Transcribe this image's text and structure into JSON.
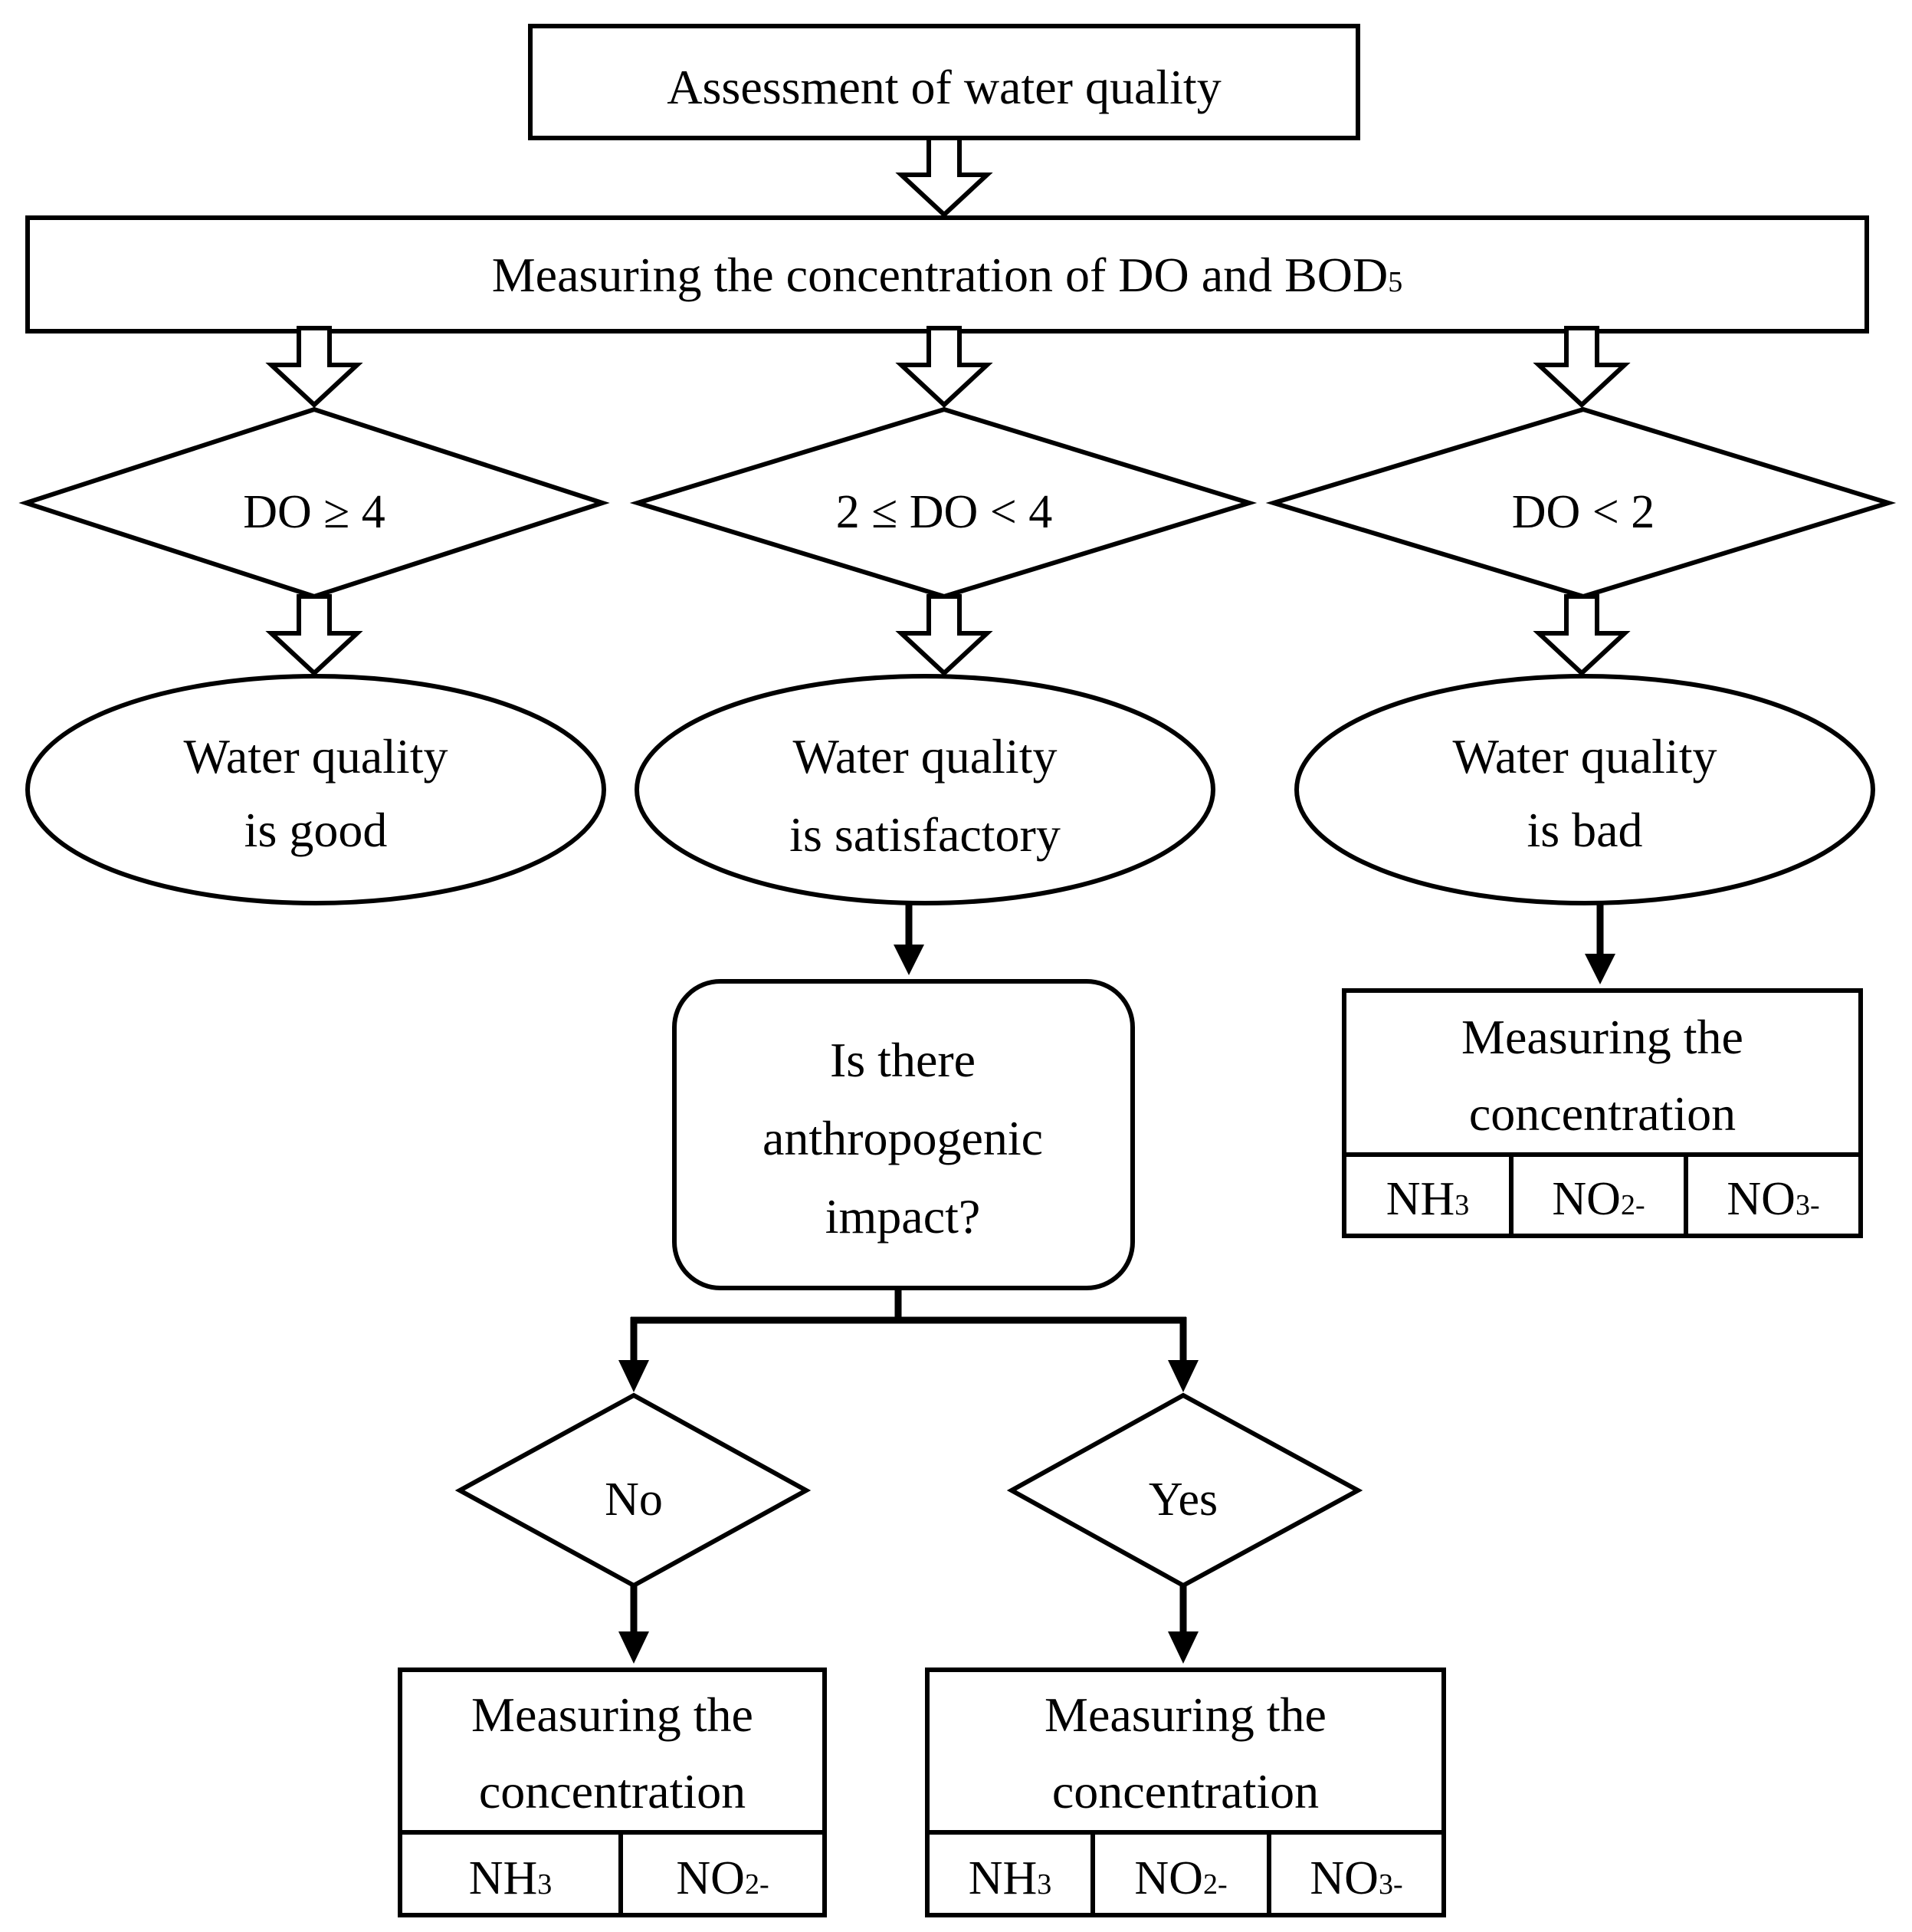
{
  "diagram": {
    "top_box": "Assessment of water quality",
    "measure_box": {
      "text": "Measuring the concentration of DO and BOD",
      "sub": "5"
    },
    "conditions": [
      "DO ≥ 4",
      "2 ≤ DO < 4",
      "DO < 2"
    ],
    "outcomes": [
      {
        "line1": "Water quality",
        "line2": "is good"
      },
      {
        "line1": "Water quality",
        "line2": "is satisfactory"
      },
      {
        "line1": "Water quality",
        "line2": "is bad"
      }
    ],
    "question": {
      "line1": "Is there",
      "line2": "anthropogenic",
      "line3": "impact?"
    },
    "answers": {
      "no": "No",
      "yes": "Yes"
    },
    "measure_label": {
      "line1": "Measuring the",
      "line2": "concentration"
    },
    "chemicals": {
      "nh3": {
        "base": "NH",
        "sub": "3"
      },
      "no2": {
        "base": "NO",
        "sub": "2-"
      },
      "no3": {
        "base": "NO",
        "sub": "3-"
      }
    }
  }
}
